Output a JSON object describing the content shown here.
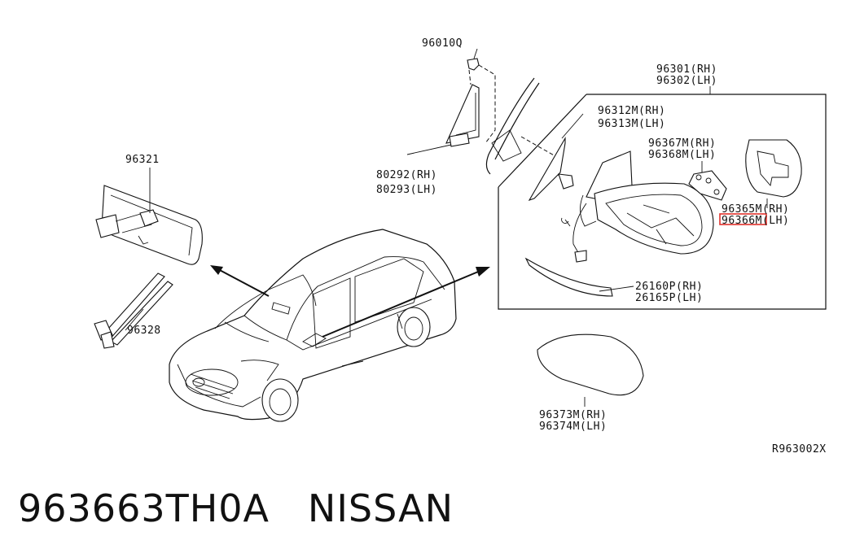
{
  "labels": {
    "p96010q": "96010Q",
    "p96301": "96301(RH)",
    "p96302": "96302(LH)",
    "p96312": "96312M(RH)",
    "p96313": "96313M(LH)",
    "p96367": "96367M(RH)",
    "p96368": "96368M(LH)",
    "p96365": "96365M(RH)",
    "p96366": "96366M(LH)",
    "p96321": "96321",
    "p80292": "80292(RH)",
    "p80293": "80293(LH)",
    "p26160": "26160P(RH)",
    "p26165": "26165P(LH)",
    "p96328": "96328",
    "p96373": "96373M(RH)",
    "p96374": "96374M(LH)",
    "ref": "R963002X"
  },
  "caption": {
    "part_number": "963663TH0A",
    "brand": "NISSAN"
  },
  "highlight_color": "#e0312b"
}
